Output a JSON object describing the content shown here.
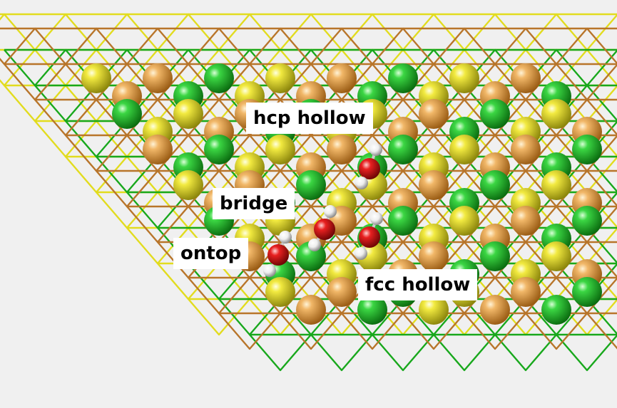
{
  "labels": {
    "hcp_hollow": "hcp hollow",
    "bridge": "bridge",
    "ontop": "ontop",
    "fcc_hollow": "fcc hollow"
  },
  "colors": {
    "background": "#f0f0f0",
    "layer_top_atom": "#e3a04c",
    "layer_second_atom": "#2ec93a",
    "layer_third_atom": "#e9df2e",
    "bond_top": "#b8752a",
    "bond_second": "#18a81c",
    "bond_third": "#e2dc1e",
    "oxygen": "#e01515",
    "hydrogen": "#f4f4f4",
    "label_box": "#ffffff"
  },
  "molecules": [
    {
      "adsorption_site": "hcp hollow"
    },
    {
      "adsorption_site": "bridge"
    },
    {
      "adsorption_site": "ontop"
    },
    {
      "adsorption_site": "fcc hollow"
    }
  ]
}
